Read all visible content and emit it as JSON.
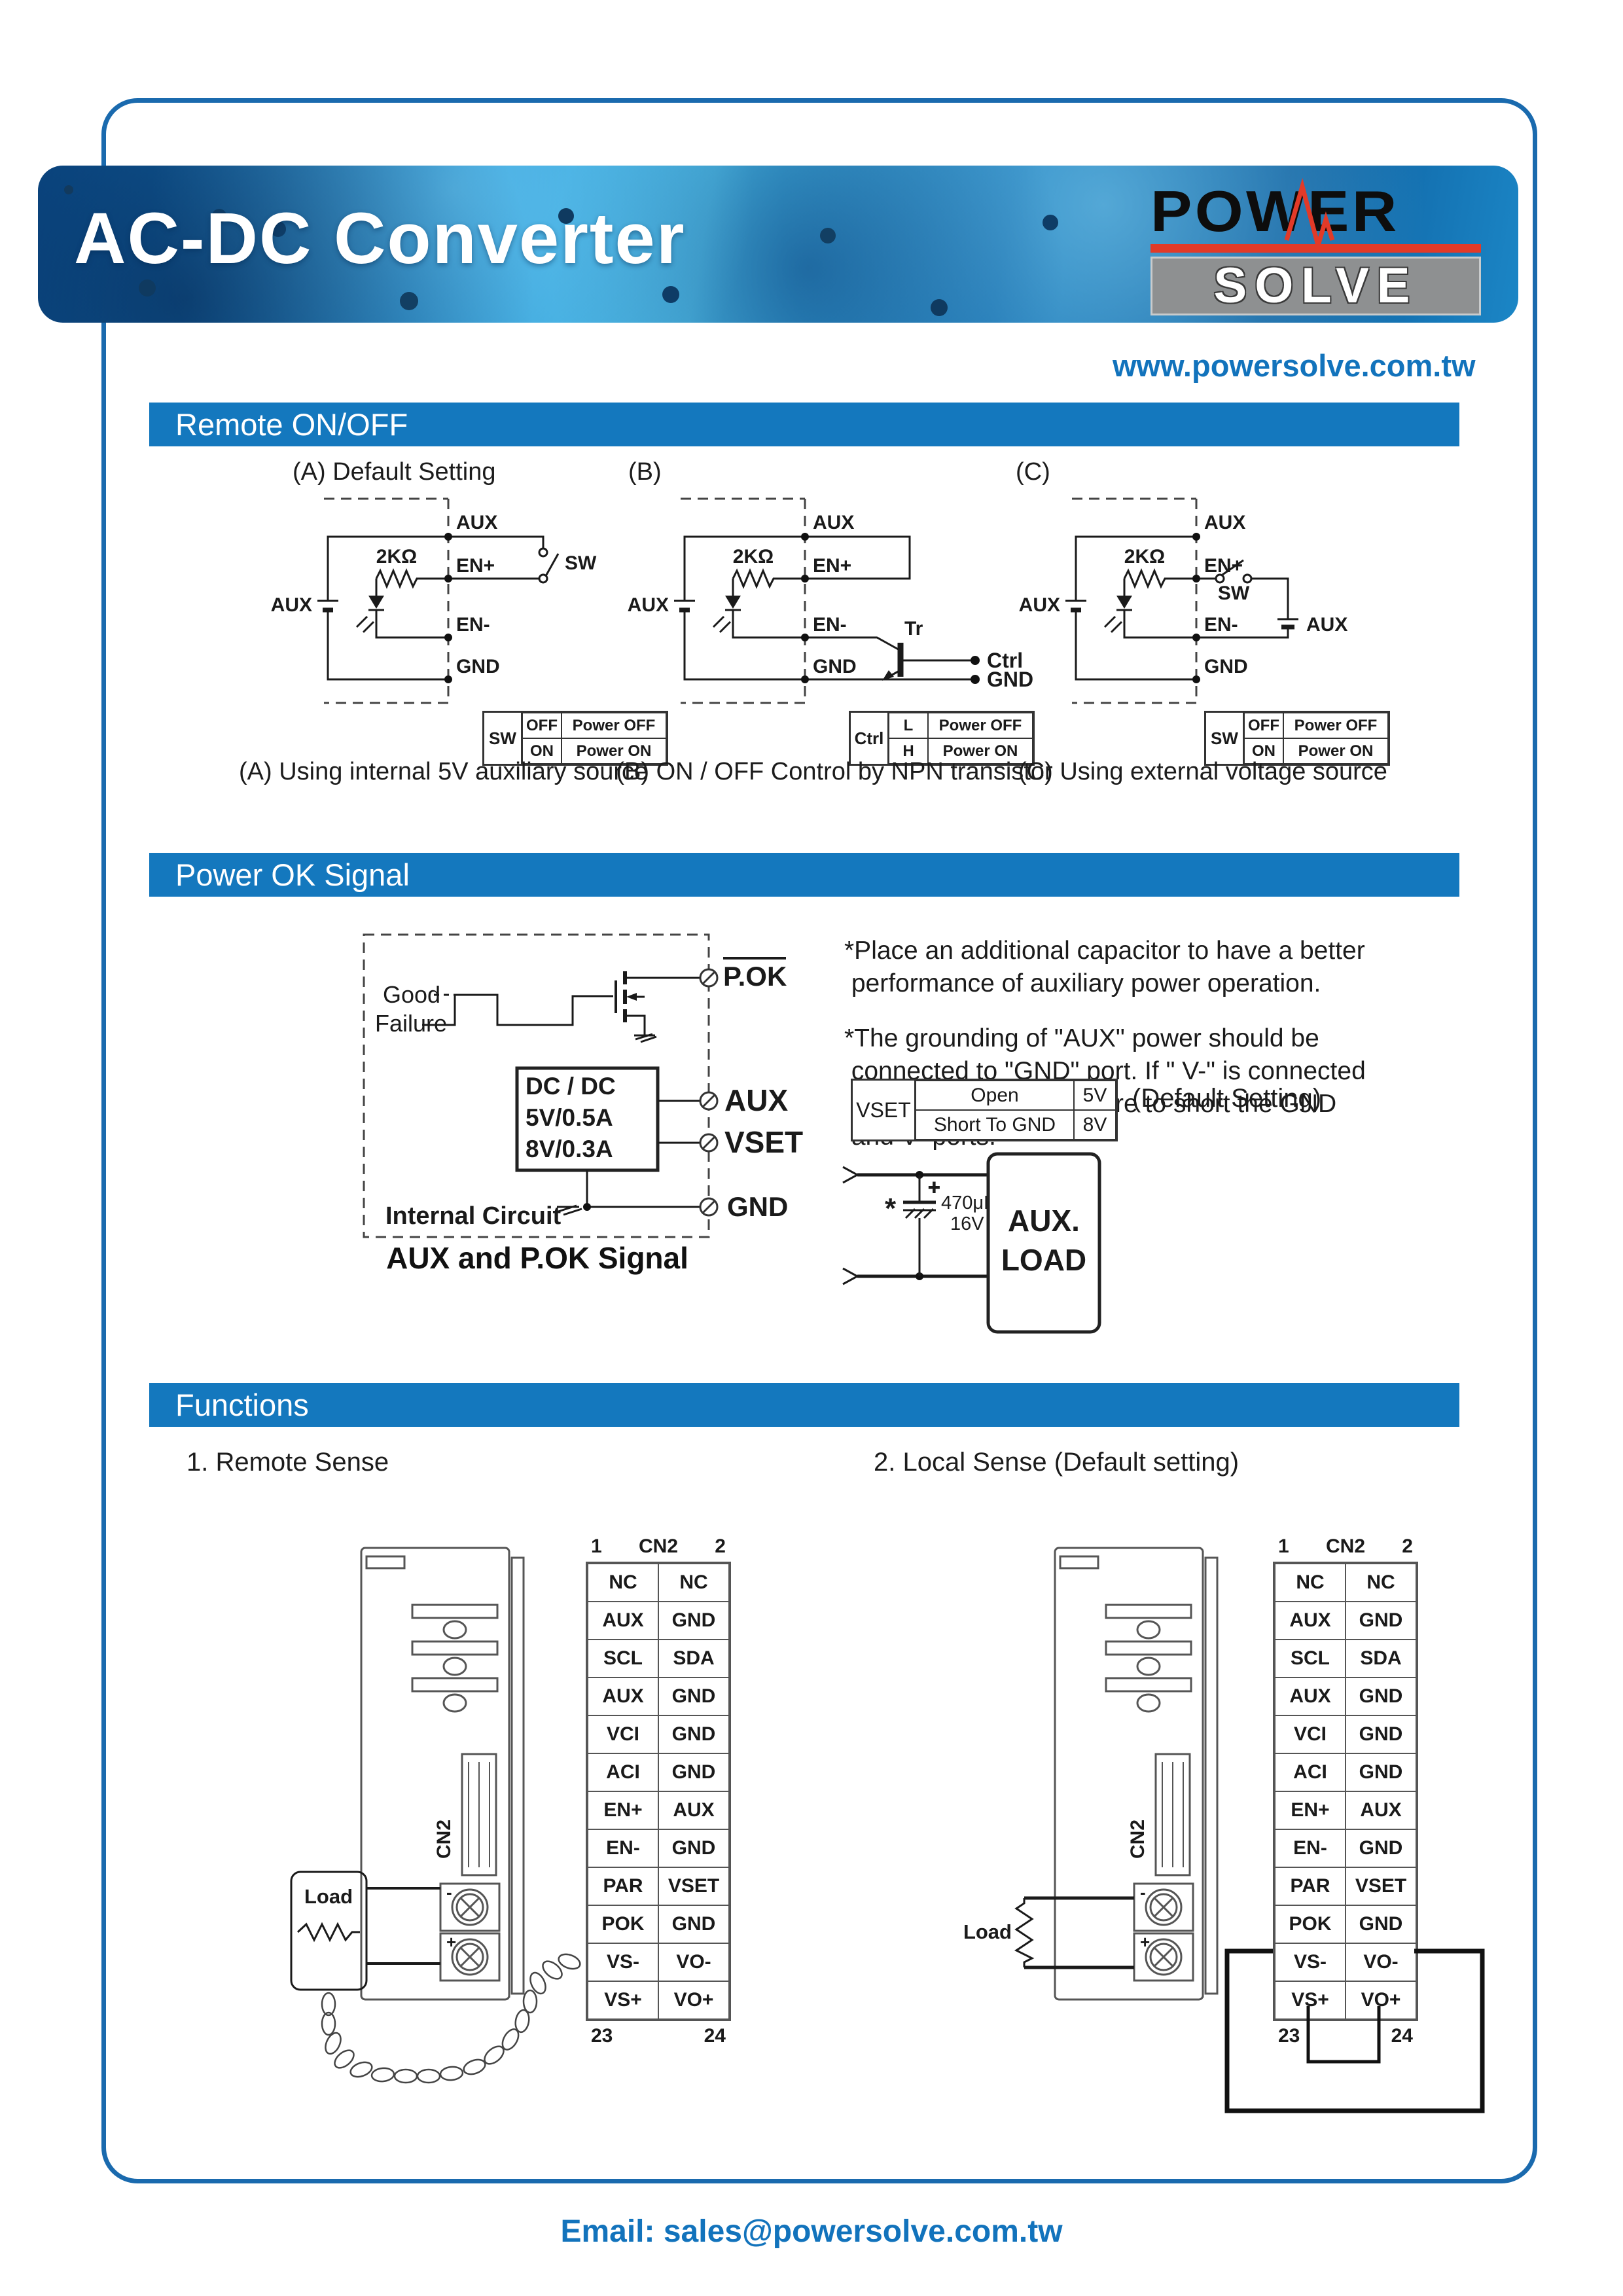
{
  "page": {
    "website": "www.powersolve.com.tw",
    "email": "Email: sales@powersolve.com.tw"
  },
  "banner": {
    "title": "AC-DC Converter",
    "logo_top": "POWER",
    "logo_bottom": "SOLVE"
  },
  "sections": {
    "remote_title": "Remote ON/OFF",
    "power_ok_title": "Power OK Signal",
    "functions_title": "Functions"
  },
  "remote": {
    "a": {
      "tag": "(A)",
      "subtitle": "Default Setting",
      "aux_node": "AUX",
      "resistor": "2KΩ",
      "en_plus": "EN+",
      "sw": "SW",
      "aux_src": "AUX",
      "en_minus": "EN-",
      "gnd_node": "GND",
      "table": {
        "key": "SW",
        "r1c1": "OFF",
        "r1c2": "Power OFF",
        "r2c1": "ON",
        "r2c2": "Power ON"
      },
      "caption": "(A) Using internal 5V auxiliary source"
    },
    "b": {
      "tag": "(B)",
      "aux_node": "AUX",
      "resistor": "2KΩ",
      "en_plus": "EN+",
      "aux_src": "AUX",
      "en_minus": "EN-",
      "gnd_node": "GND",
      "tr": "Tr",
      "ctrl": "Ctrl",
      "gnd_term": "GND",
      "table": {
        "key": "Ctrl",
        "r1c1": "L",
        "r1c2": "Power OFF",
        "r2c1": "H",
        "r2c2": "Power ON"
      },
      "caption": "(B) ON / OFF Control by NPN transistor"
    },
    "c": {
      "tag": "(C)",
      "aux_node": "AUX",
      "resistor": "2KΩ",
      "en_plus": "EN+",
      "sw": "SW",
      "aux_src": "AUX",
      "aux_ext": "AUX",
      "en_minus": "EN-",
      "gnd_node": "GND",
      "table": {
        "key": "SW",
        "r1c1": "OFF",
        "r1c2": "Power OFF",
        "r2c1": "ON",
        "r2c2": "Power ON"
      },
      "caption": "(C) Using external voltage source"
    }
  },
  "power_ok": {
    "good": "Good",
    "failure": "Failure",
    "pok": "P.OK",
    "dcdc_line1": "DC / DC",
    "dcdc_line2": "5V/0.5A",
    "dcdc_line3": "8V/0.3A",
    "aux": "AUX",
    "vset": "VSET",
    "gnd": "GND",
    "internal": "Internal Circuit",
    "caption": "AUX and P.OK Signal",
    "note1": "*Place an additional capacitor to have a better\n performance of auxiliary power operation.",
    "note2": "*The grounding of \"AUX\" power should be\n connected to \"GND\" port. If \" V-\" is connected\n as Grounding, make sure to short the GND\n and V- ports.",
    "vset_table": {
      "key": "VSET",
      "r1c1": "Open",
      "r1c2": "5V",
      "r2c1": "Short To GND",
      "r2c2": "8V"
    },
    "default_note": "(Default Setting)",
    "aux_load": {
      "star": "*",
      "cap_value": "470μF",
      "cap_voltage": "16V",
      "box_line1": "AUX.",
      "box_line2": "LOAD"
    }
  },
  "functions": {
    "remote_sense": {
      "heading": "1. Remote Sense",
      "load": "Load",
      "cn2": "CN2",
      "minus": "-",
      "plus": "+",
      "pin_top_left": "1",
      "pin_top_right": "2",
      "pin_bottom_left": "23",
      "pin_bottom_right": "24",
      "rows": [
        [
          "NC",
          "NC"
        ],
        [
          "AUX",
          "GND"
        ],
        [
          "SCL",
          "SDA"
        ],
        [
          "AUX",
          "GND"
        ],
        [
          "VCI",
          "GND"
        ],
        [
          "ACI",
          "GND"
        ],
        [
          "EN+",
          "AUX"
        ],
        [
          "EN-",
          "GND"
        ],
        [
          "PAR",
          "VSET"
        ],
        [
          "POK",
          "GND"
        ],
        [
          "VS-",
          "VO-"
        ],
        [
          "VS+",
          "VO+"
        ]
      ]
    },
    "local_sense": {
      "heading": "2. Local Sense (Default setting)",
      "load": "Load",
      "cn2": "CN2",
      "minus": "-",
      "plus": "+",
      "pin_top_left": "1",
      "pin_top_right": "2",
      "pin_bottom_left": "23",
      "pin_bottom_right": "24",
      "rows": [
        [
          "NC",
          "NC"
        ],
        [
          "AUX",
          "GND"
        ],
        [
          "SCL",
          "SDA"
        ],
        [
          "AUX",
          "GND"
        ],
        [
          "VCI",
          "GND"
        ],
        [
          "ACI",
          "GND"
        ],
        [
          "EN+",
          "AUX"
        ],
        [
          "EN-",
          "GND"
        ],
        [
          "PAR",
          "VSET"
        ],
        [
          "POK",
          "GND"
        ],
        [
          "VS-",
          "VO-"
        ],
        [
          "VS+",
          "VO+"
        ]
      ]
    }
  }
}
